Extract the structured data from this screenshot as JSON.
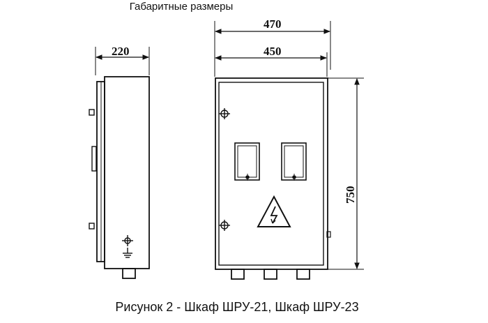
{
  "header": {
    "title": "Габаритные размеры"
  },
  "dimensions": {
    "side_depth": "220",
    "front_outer_width": "470",
    "front_inner_width": "450",
    "height": "750"
  },
  "caption": "Рисунок 2 - Шкаф ШРУ-21, Шкаф ШРУ-23",
  "icons": [
    "hinge-icon",
    "lock-icon",
    "meter-window",
    "high-voltage-warning-icon",
    "ground-symbol-icon"
  ]
}
